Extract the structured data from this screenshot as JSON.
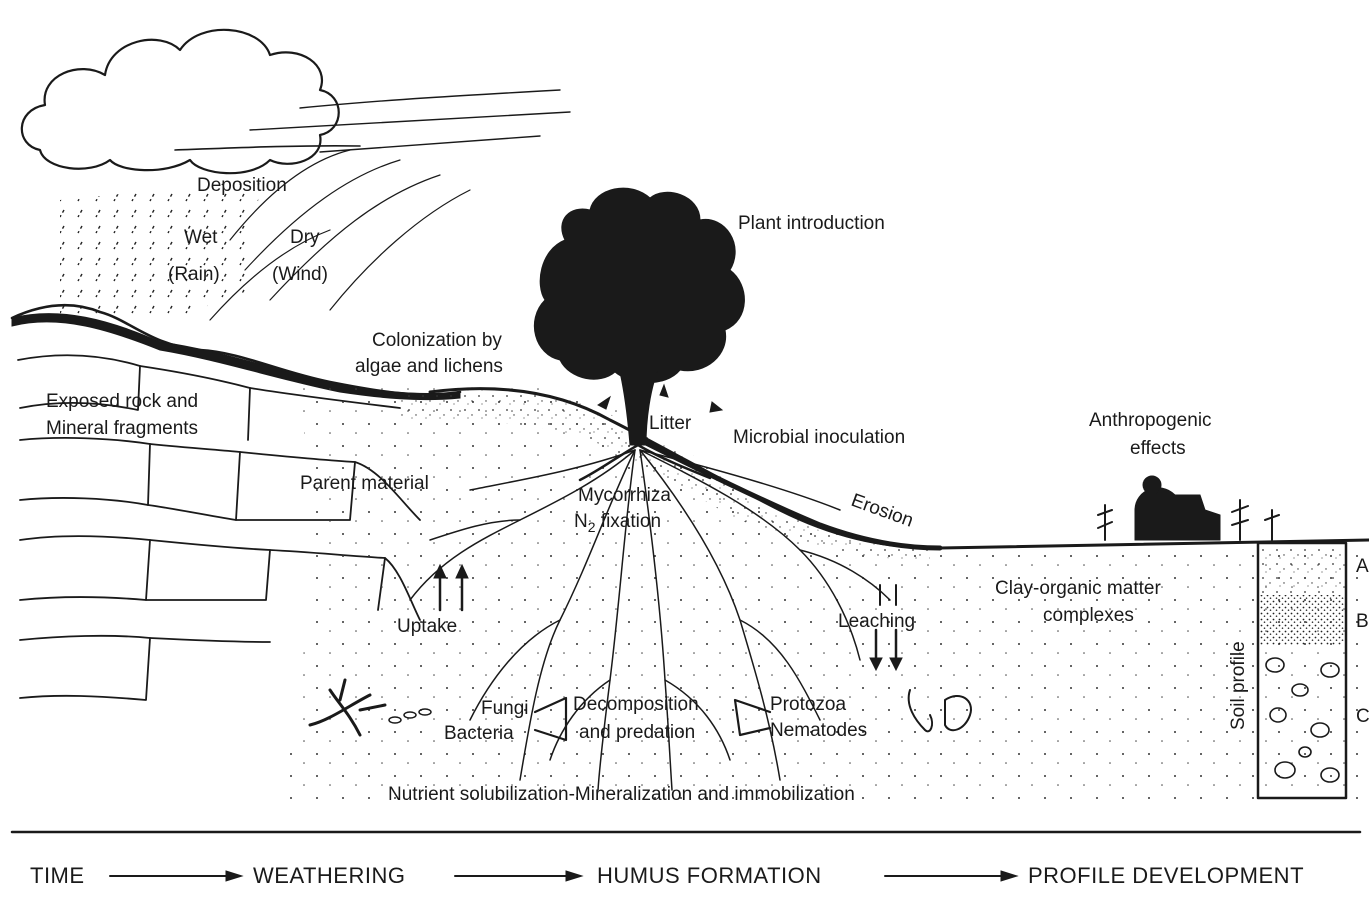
{
  "labels": {
    "deposition": "Deposition",
    "wet": "Wet",
    "rain": "(Rain)",
    "dry": "Dry",
    "wind": "(Wind)",
    "plant_introduction": "Plant introduction",
    "colonization_1": "Colonization by",
    "colonization_2": "algae and lichens",
    "exposed_rock_1": "Exposed rock and",
    "exposed_rock_2": "Mineral fragments",
    "litter": "Litter",
    "microbial_inoculation": "Microbial inoculation",
    "anthropogenic_1": "Anthropogenic",
    "anthropogenic_2": "effects",
    "parent_material": "Parent material",
    "mycorrhiza": "Mycorrhiza",
    "n2_fixation_prefix": "N",
    "n2_fixation_sub": "2",
    "n2_fixation_suffix": " fixation",
    "erosion": "Erosion",
    "clay_organic_1": "Clay-organic matter",
    "clay_organic_2": "complexes",
    "uptake": "Uptake",
    "leaching": "Leaching",
    "fungi": "Fungi",
    "bacteria": "Bacteria",
    "decomposition_1": "Decomposition",
    "decomposition_2": "and predation",
    "protozoa": "Protozoa",
    "nematodes": "Nematodes",
    "soil_profile": "Soil profile",
    "horizon_a": "A",
    "horizon_b": "B",
    "horizon_c": "C",
    "nutrient": "Nutrient solubilization-Mineralization and immobilization"
  },
  "timeline": {
    "stage_0": "TIME",
    "stage_1": "WEATHERING",
    "stage_2": "HUMUS FORMATION",
    "stage_3": "PROFILE DEVELOPMENT"
  }
}
